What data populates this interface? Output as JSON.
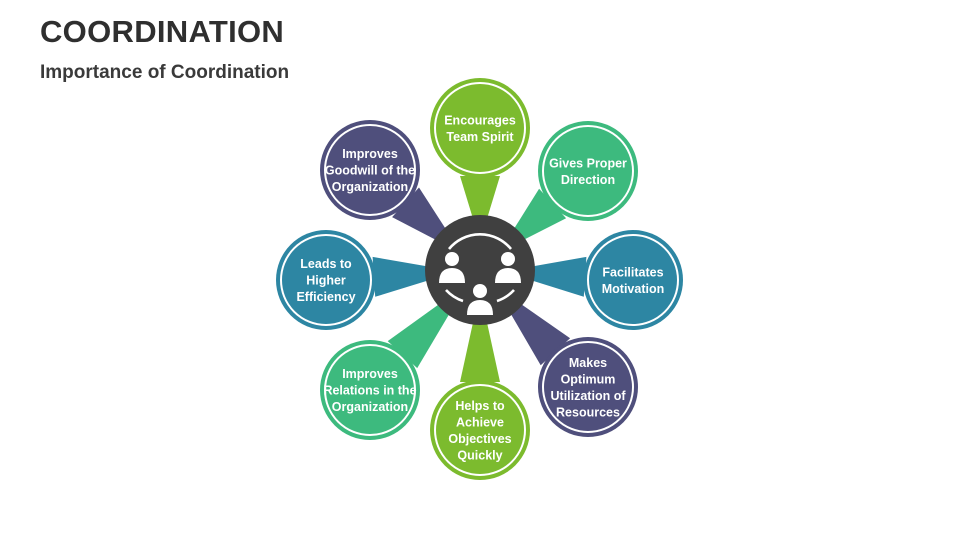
{
  "header": {
    "title": "COORDINATION",
    "subtitle": "Importance of Coordination"
  },
  "center": {
    "icon": "team-people-icon",
    "fill": "#404040"
  },
  "colors": {
    "lime": "#7cbb2e",
    "green": "#3dba7e",
    "teal": "#2d86a3",
    "purple": "#4f4f7c"
  },
  "nodes": [
    {
      "id": "encourages-team-spirit",
      "lines": [
        "Encourages",
        "Team Spirit"
      ],
      "color": "#7cbb2e"
    },
    {
      "id": "gives-proper-direction",
      "lines": [
        "Gives Proper",
        "Direction"
      ],
      "color": "#3dba7e"
    },
    {
      "id": "facilitates-motivation",
      "lines": [
        "Facilitates",
        "Motivation"
      ],
      "color": "#2d86a3"
    },
    {
      "id": "makes-optimum-utilization",
      "lines": [
        "Makes",
        "Optimum",
        "Utilization of",
        "Resources"
      ],
      "color": "#4f4f7c"
    },
    {
      "id": "helps-achieve-objectives",
      "lines": [
        "Helps to",
        "Achieve",
        "Objectives",
        "Quickly"
      ],
      "color": "#7cbb2e"
    },
    {
      "id": "improves-relations",
      "lines": [
        "Improves",
        "Relations in the",
        "Organization"
      ],
      "color": "#3dba7e"
    },
    {
      "id": "leads-to-higher-efficiency",
      "lines": [
        "Leads to",
        "Higher",
        "Efficiency"
      ],
      "color": "#2d86a3"
    },
    {
      "id": "improves-goodwill",
      "lines": [
        "Improves",
        "Goodwill of the",
        "Organization"
      ],
      "color": "#4f4f7c"
    }
  ]
}
